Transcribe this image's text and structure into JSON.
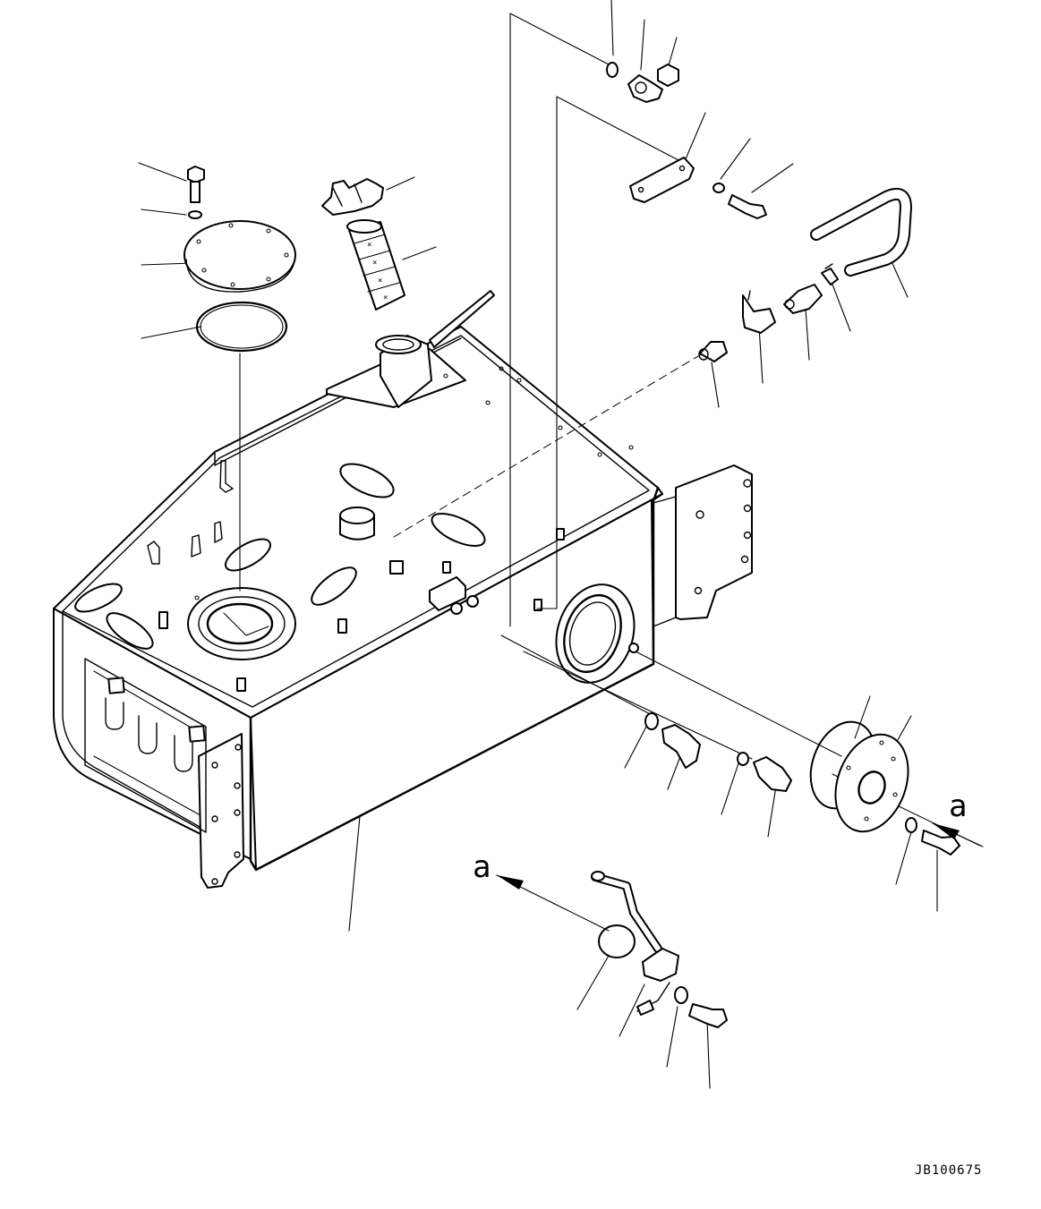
{
  "drawing": {
    "view_markers": [
      "a",
      "a"
    ],
    "drawing_number": "JB100675"
  }
}
